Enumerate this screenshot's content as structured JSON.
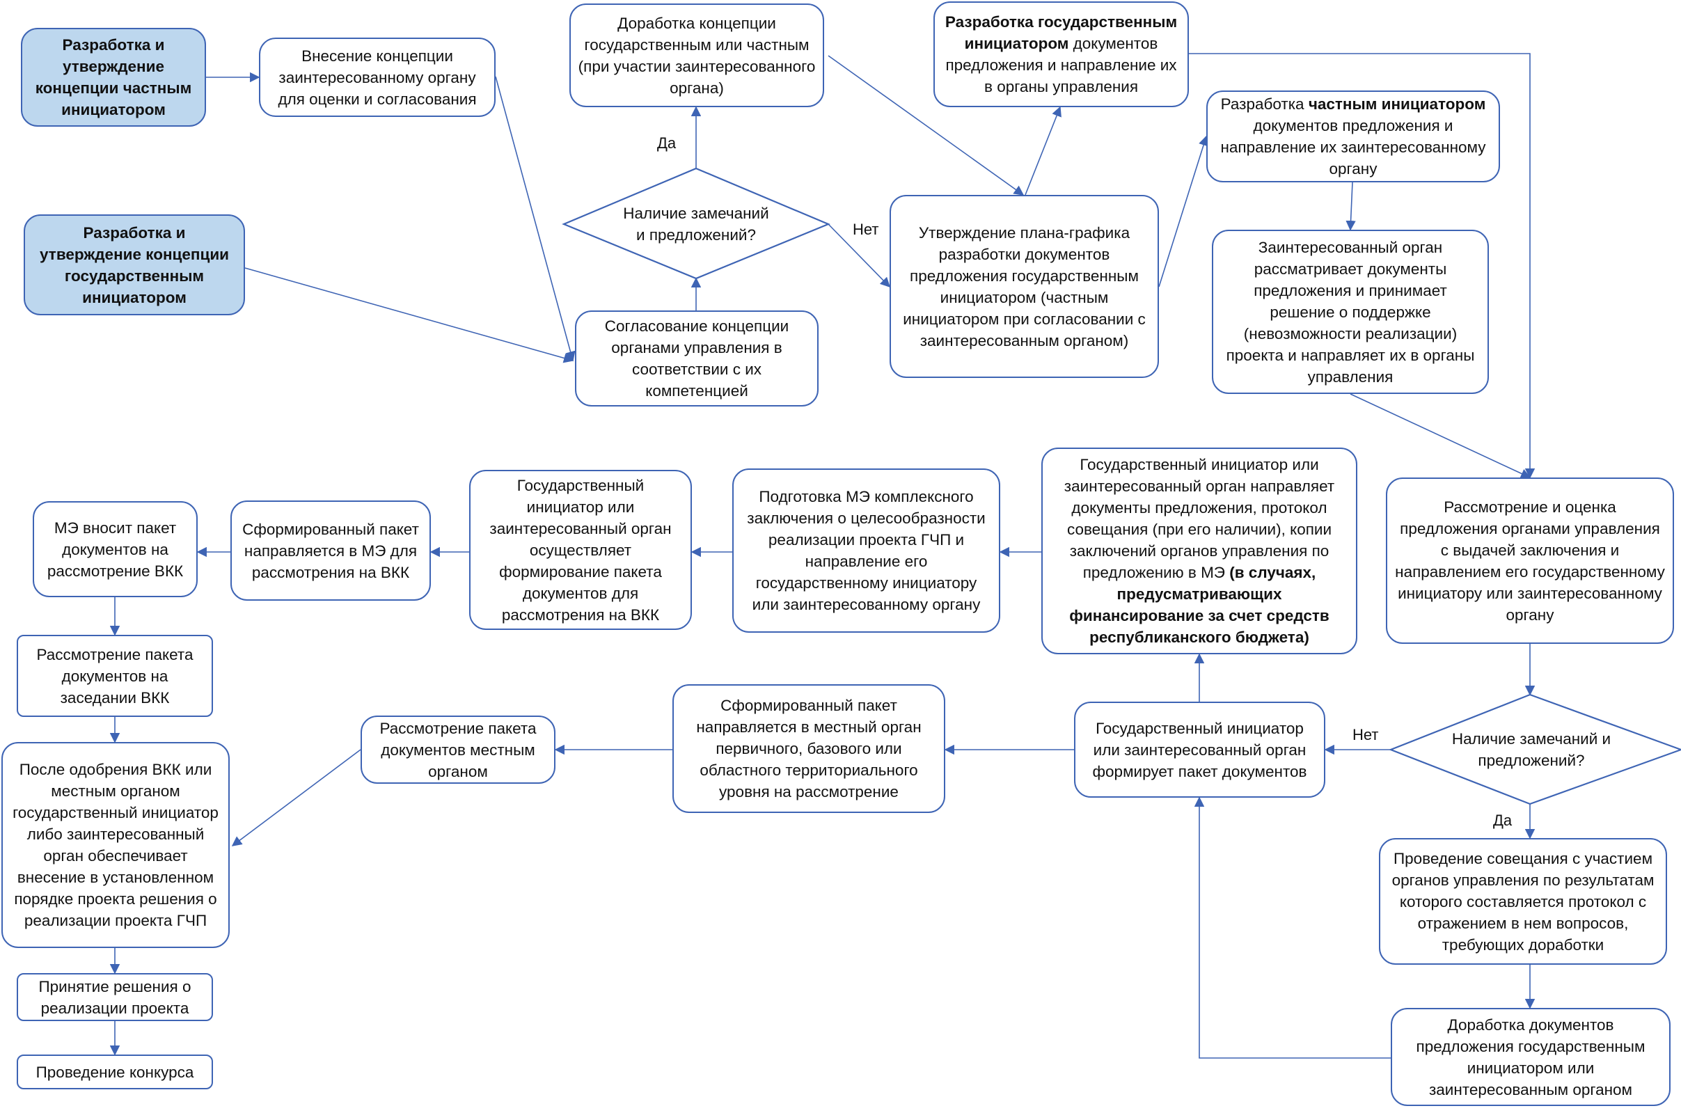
{
  "nodes": {
    "n1": "Разработка и утверждение концепции частным инициатором",
    "n2": "Внесение концепции заинтересованному органу для оценки и согласования",
    "n3": "Разработка и утверждение концепции государственным инициатором",
    "n4": "Доработка концепции государственным или частным (при участии заинтересованного органа)",
    "n5": "Согласование концепции органами управления  в соответствии с их компетенцией",
    "n6_bold": "Разработка государственным инициатором",
    "n6_rest": " документов предложения и направление их в органы управления",
    "n7": "Утверждение плана-графика разработки документов предложения государственным инициатором (частным инициатором при согласовании с заинтересованным органом)",
    "n8_pre": "Разработка ",
    "n8_bold": "частным инициатором",
    "n8_rest": " документов предложения и направление их заинтересованному органу",
    "n9": "Заинтересованный орган рассматривает документы предложения и принимает решение о поддержке (невозможности реализации) проекта и направляет их в органы управления",
    "n10": "Рассмотрение и оценка предложения органами управления с выдачей заключения и направлением его государственному инициатору или заинтересованному органу",
    "n11_pre": "Государственный инициатор или заинтересованный орган направляет документы предложения, протокол совещания (при его наличии), копии заключений органов управления по предложению в МЭ ",
    "n11_bold": "(в случаях, предусматривающих финансирование за счет средств республиканского бюджета)",
    "n12": "Подготовка МЭ комплексного заключения о целесообразности реализации проекта ГЧП и направление его государственному инициатору или заинтересованному органу",
    "n13": "Государственный инициатор или заинтересованный орган осуществляет формирование пакета документов для рассмотрения на ВКК",
    "n14": "Сформированный пакет направляется в МЭ для рассмотрения на ВКК",
    "n15": "МЭ вносит пакет документов на рассмотрение ВКК",
    "n16": "Рассмотрение пакета документов на заседании ВКК",
    "n17": "После одобрения ВКК или местным органом государственный инициатор либо заинтересованный орган обеспечивает внесение в установленном порядке проекта решения о реализации проекта ГЧП",
    "n18": "Принятие решения о реализации проекта",
    "n19": "Проведение конкурса",
    "n20": "Рассмотрение пакета документов местным органом",
    "n21": "Сформированный пакет направляется в местный орган первичного, базового или областного территориального уровня на рассмотрение",
    "n22": "Государственный инициатор или заинтересованный орган формирует пакет документов",
    "n23": "Проведение совещания с участием органов управления  по результатам которого составляется протокол с отражением в нем вопросов, требующих доработки",
    "n24": "Доработка документов предложения государственным инициатором или заинтересованным органом"
  },
  "decisions": {
    "d1": "Наличие замечаний и предложений?",
    "d2": "Наличие замечаний и предложений?"
  },
  "labels": {
    "yes1": "Да",
    "no1": "Нет",
    "no2": "Нет",
    "yes2": "Да"
  },
  "colors": {
    "line": "#3e64b4",
    "start_fill": "#bdd7ee"
  }
}
